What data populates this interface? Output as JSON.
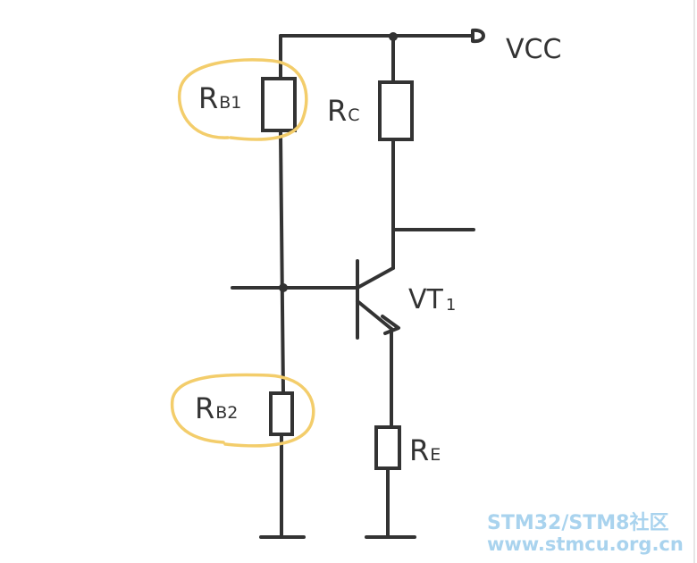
{
  "labels": {
    "vcc": "VCC",
    "rb1_main": "R",
    "rb1_sub": "B1",
    "rc_main": "R",
    "rc_sub": "C",
    "rb2_main": "R",
    "rb2_sub": "B2",
    "vt_main": "VT",
    "vt_sub": "1",
    "re_main": "R",
    "re_sub": "E"
  },
  "watermark": {
    "line1": "STM32/STM8社区",
    "line2": "www.stmcu.org.cn"
  },
  "colors": {
    "wire": "#333333",
    "highlight": "#f3cd6b",
    "watermark": "#a9d3ee"
  }
}
